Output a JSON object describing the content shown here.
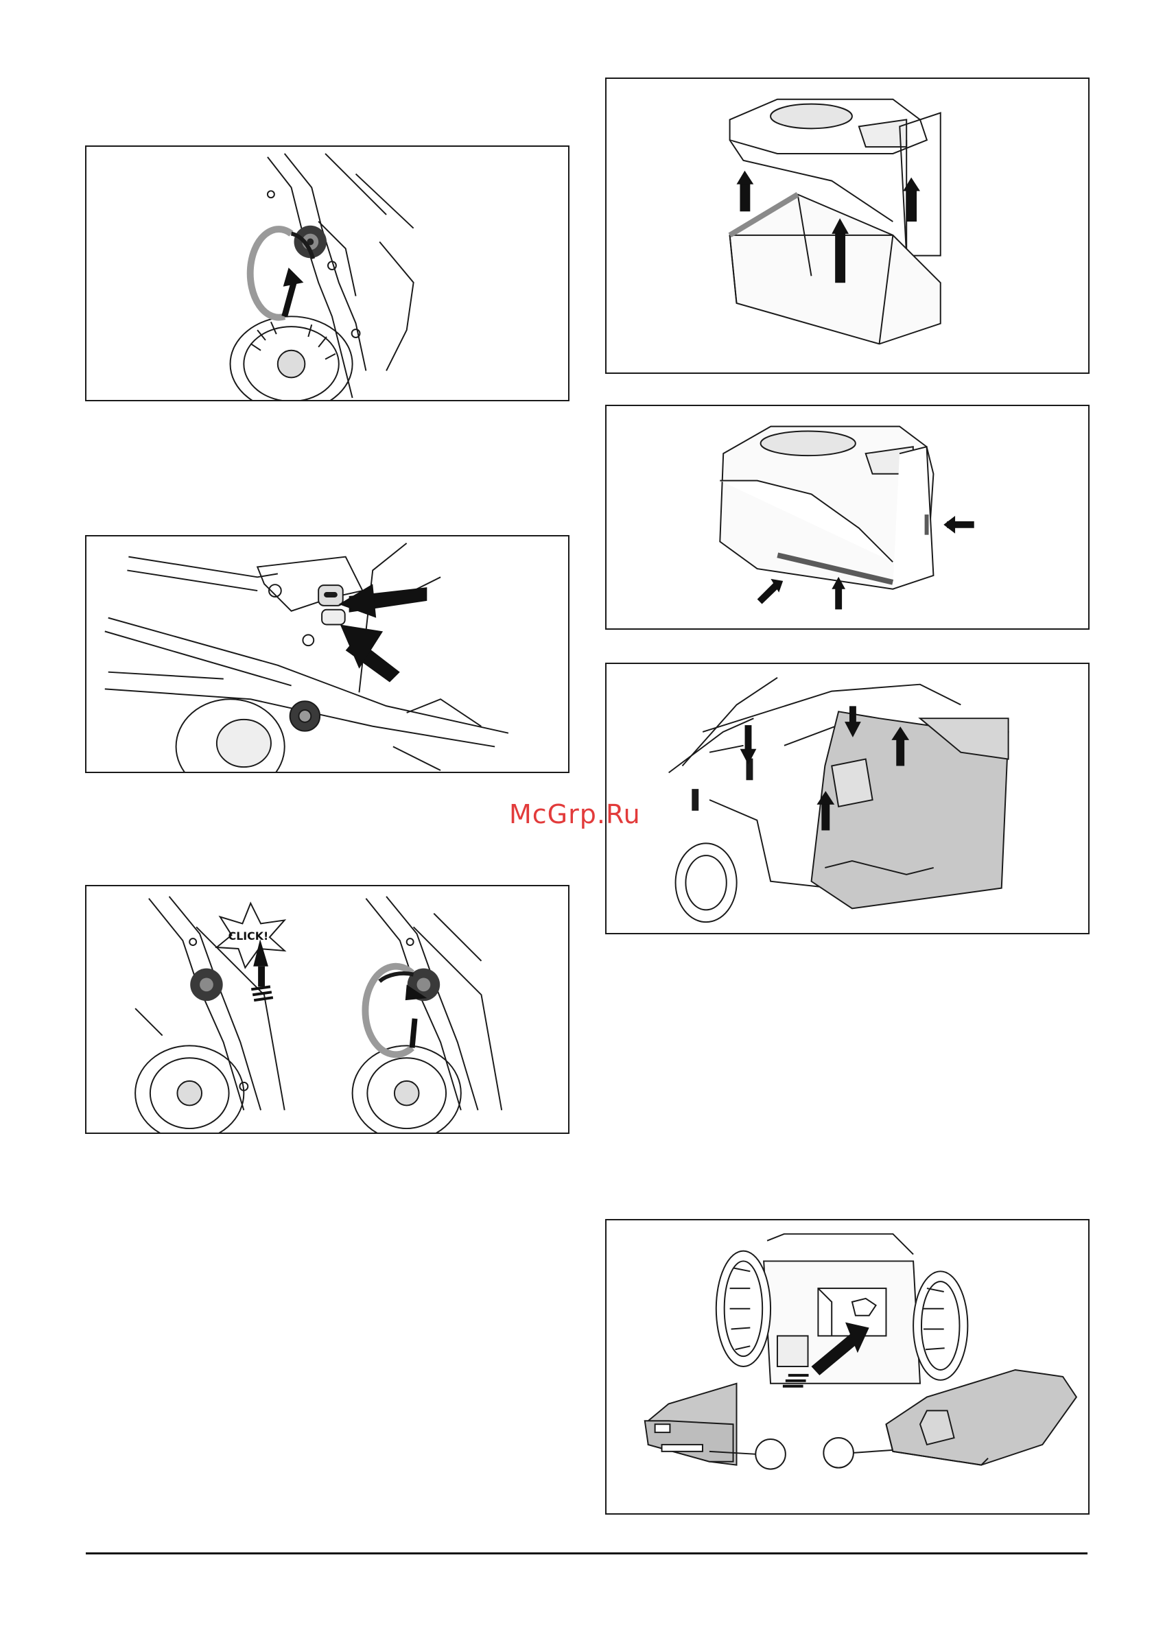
{
  "watermark": {
    "text": "McGrp.Ru"
  },
  "figures": [
    {
      "name": "knob-loosen",
      "click_label": ""
    },
    {
      "name": "handle-slot",
      "click_label": ""
    },
    {
      "name": "knob-click",
      "click_label": "CLICK!"
    },
    {
      "name": "grass-bag-lift",
      "click_label": ""
    },
    {
      "name": "grass-bag-clip",
      "click_label": ""
    },
    {
      "name": "bag-attach",
      "click_label": ""
    },
    {
      "name": "mulch-insert",
      "click_label": ""
    }
  ],
  "icons": [
    "rotation-arrow-icon",
    "push-arrow-icon",
    "click-burst-icon",
    "callout-circle-icon"
  ],
  "colors": {
    "line": "#1a1a1a",
    "shade": "#c8c8c8",
    "watermark": "#e23b3b"
  }
}
